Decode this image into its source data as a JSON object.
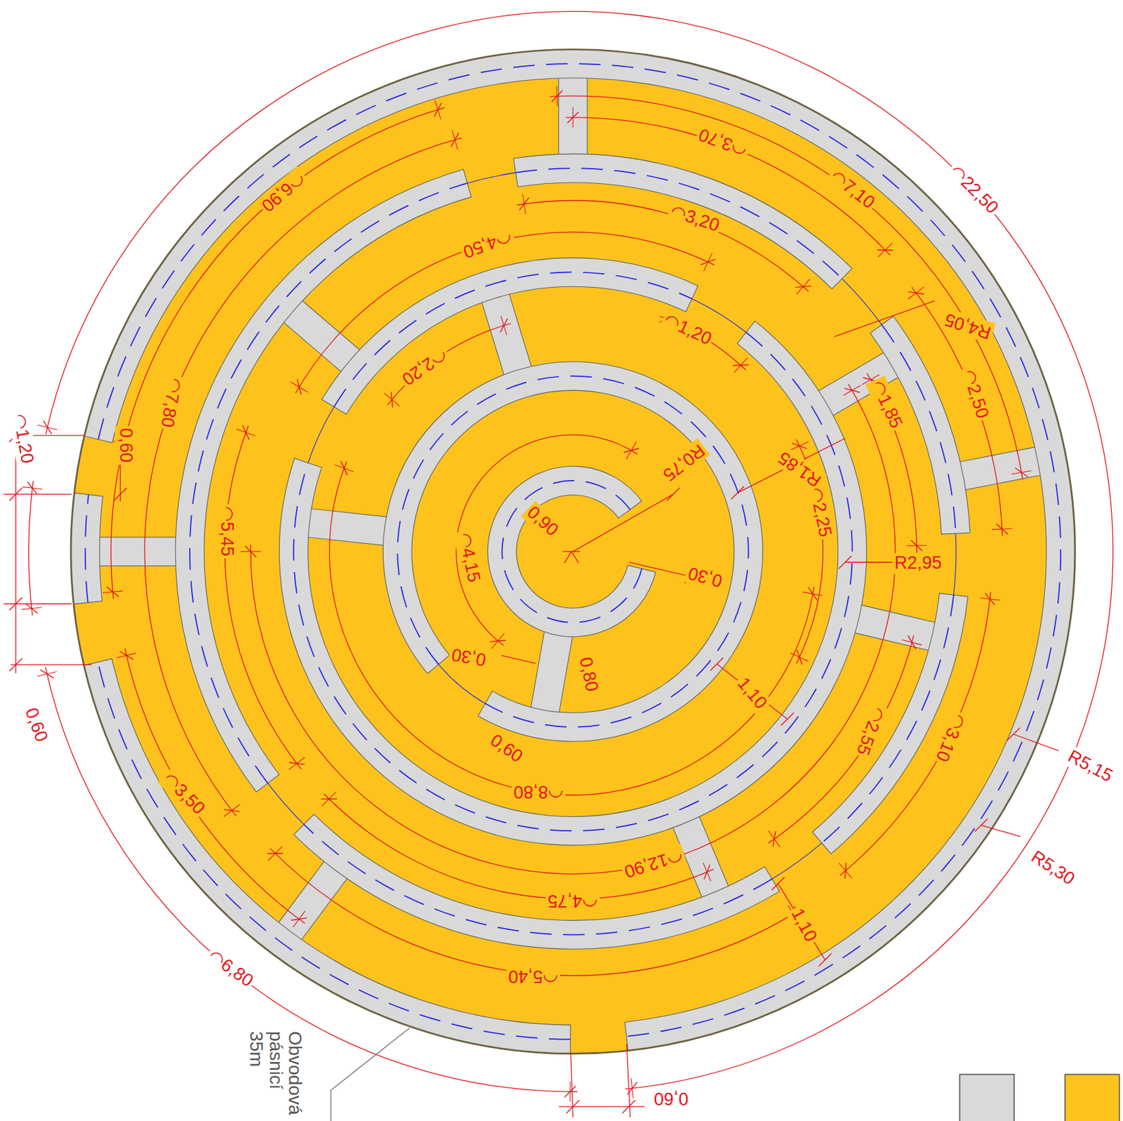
{
  "diagram": {
    "labels": [
      "◠3,70",
      "◠22,50",
      "◠6,90",
      "◠7,10",
      "◠3,20",
      "◠4,50",
      "R4,05",
      "◠1,20",
      "◠2,20",
      "◠2,50",
      "◠1,85",
      "◠7,80",
      "◠1,20",
      "0,60",
      "R0,75",
      "R1,85",
      "◠2,25",
      "0,90",
      "◠5,45",
      "◠4,15",
      "R2,95",
      "0,30",
      "0,30",
      "0,80",
      "1,10",
      "0,60",
      "◠2,55",
      "◠3,10",
      "0,60",
      "R5,15",
      "◠8,80",
      "◠3,50",
      "◠12,90",
      "R5,30",
      "◠4,75",
      "1,10",
      "◠6,80",
      "◠5,40",
      "0,60",
      "Obvodová pásnicí 35m"
    ]
  }
}
